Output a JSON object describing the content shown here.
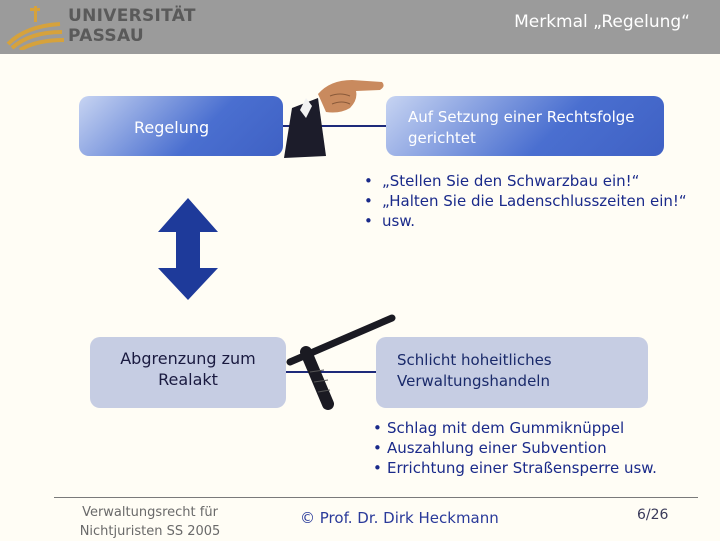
{
  "header": {
    "logo_line1": "UNIVERSITÄT",
    "logo_line2": "PASSAU",
    "title": "Merkmal „Regelung“"
  },
  "diagram": {
    "box_regelung": "Regelung",
    "box_rechtsfolge": "Auf Setzung einer Rechtsfolge gerichtet",
    "bullets_top": [
      "„Stellen Sie den Schwarzbau ein!“",
      "„Halten Sie die Ladenschlusszeiten ein!“",
      "usw."
    ],
    "box_abgrenzung": "Abgrenzung zum Realakt",
    "box_schlicht": "Schlicht hoheitliches Verwaltungshandeln",
    "bullets_bottom": [
      "Schlag mit dem Gummiknüppel",
      "Auszahlung einer Subvention",
      "Errichtung einer Straßensperre usw."
    ]
  },
  "footer": {
    "course": "Verwaltungsrecht für Nichtjuristen SS 2005",
    "author": "© Prof. Dr. Dirk Heckmann",
    "page": "6/26"
  },
  "colors": {
    "header_bg": "#9b9b9b",
    "box_blue": "#4a6fd0",
    "box_light": "#c6cde3",
    "arrow": "#1e3a9a",
    "text_blue": "#1a2a8a"
  },
  "icons": [
    "university-logo",
    "pointing-hand-illustration",
    "baton-illustration",
    "double-arrow-icon"
  ]
}
